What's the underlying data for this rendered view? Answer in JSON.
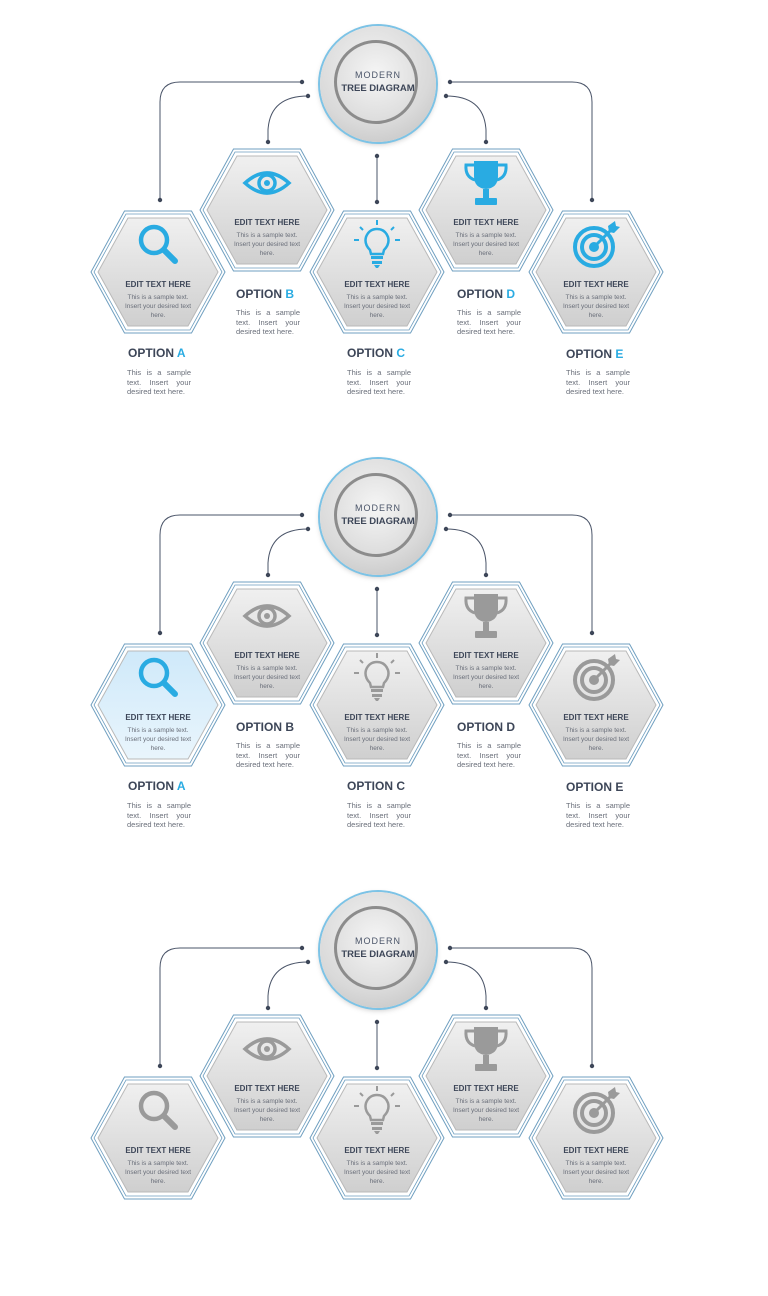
{
  "hub": {
    "line1": "MODERN",
    "line2": "TREE DIAGRAM"
  },
  "accent": "#29abe2",
  "highlight": "#cfe9fa",
  "hex": {
    "title": "EDIT TEXT HERE",
    "text": "This is a sample text. Insert your desired text here."
  },
  "options": [
    {
      "prefix": "OPTION",
      "letter": "A",
      "text": "This is a sample text. Insert your desired text here.",
      "icon": "search-icon"
    },
    {
      "prefix": "OPTION",
      "letter": "B",
      "text": "This is a sample text. Insert your desired text here.",
      "icon": "eye-icon"
    },
    {
      "prefix": "OPTION",
      "letter": "C",
      "text": "This is a sample text. Insert your desired text here.",
      "icon": "lightbulb-icon"
    },
    {
      "prefix": "OPTION",
      "letter": "D",
      "text": "This is a sample text. Insert your desired text here.",
      "icon": "trophy-icon"
    },
    {
      "prefix": "OPTION",
      "letter": "E",
      "text": "This is a sample text. Insert your desired text here.",
      "icon": "target-icon"
    }
  ],
  "slides": [
    {
      "name": "slide-1",
      "highlight": "",
      "icon_mode": "blue"
    },
    {
      "name": "slide-2",
      "highlight": "A",
      "icon_mode": "gray-except-highlight"
    },
    {
      "name": "slide-3",
      "highlight": "",
      "icon_mode": "gray-except-highlight"
    }
  ]
}
